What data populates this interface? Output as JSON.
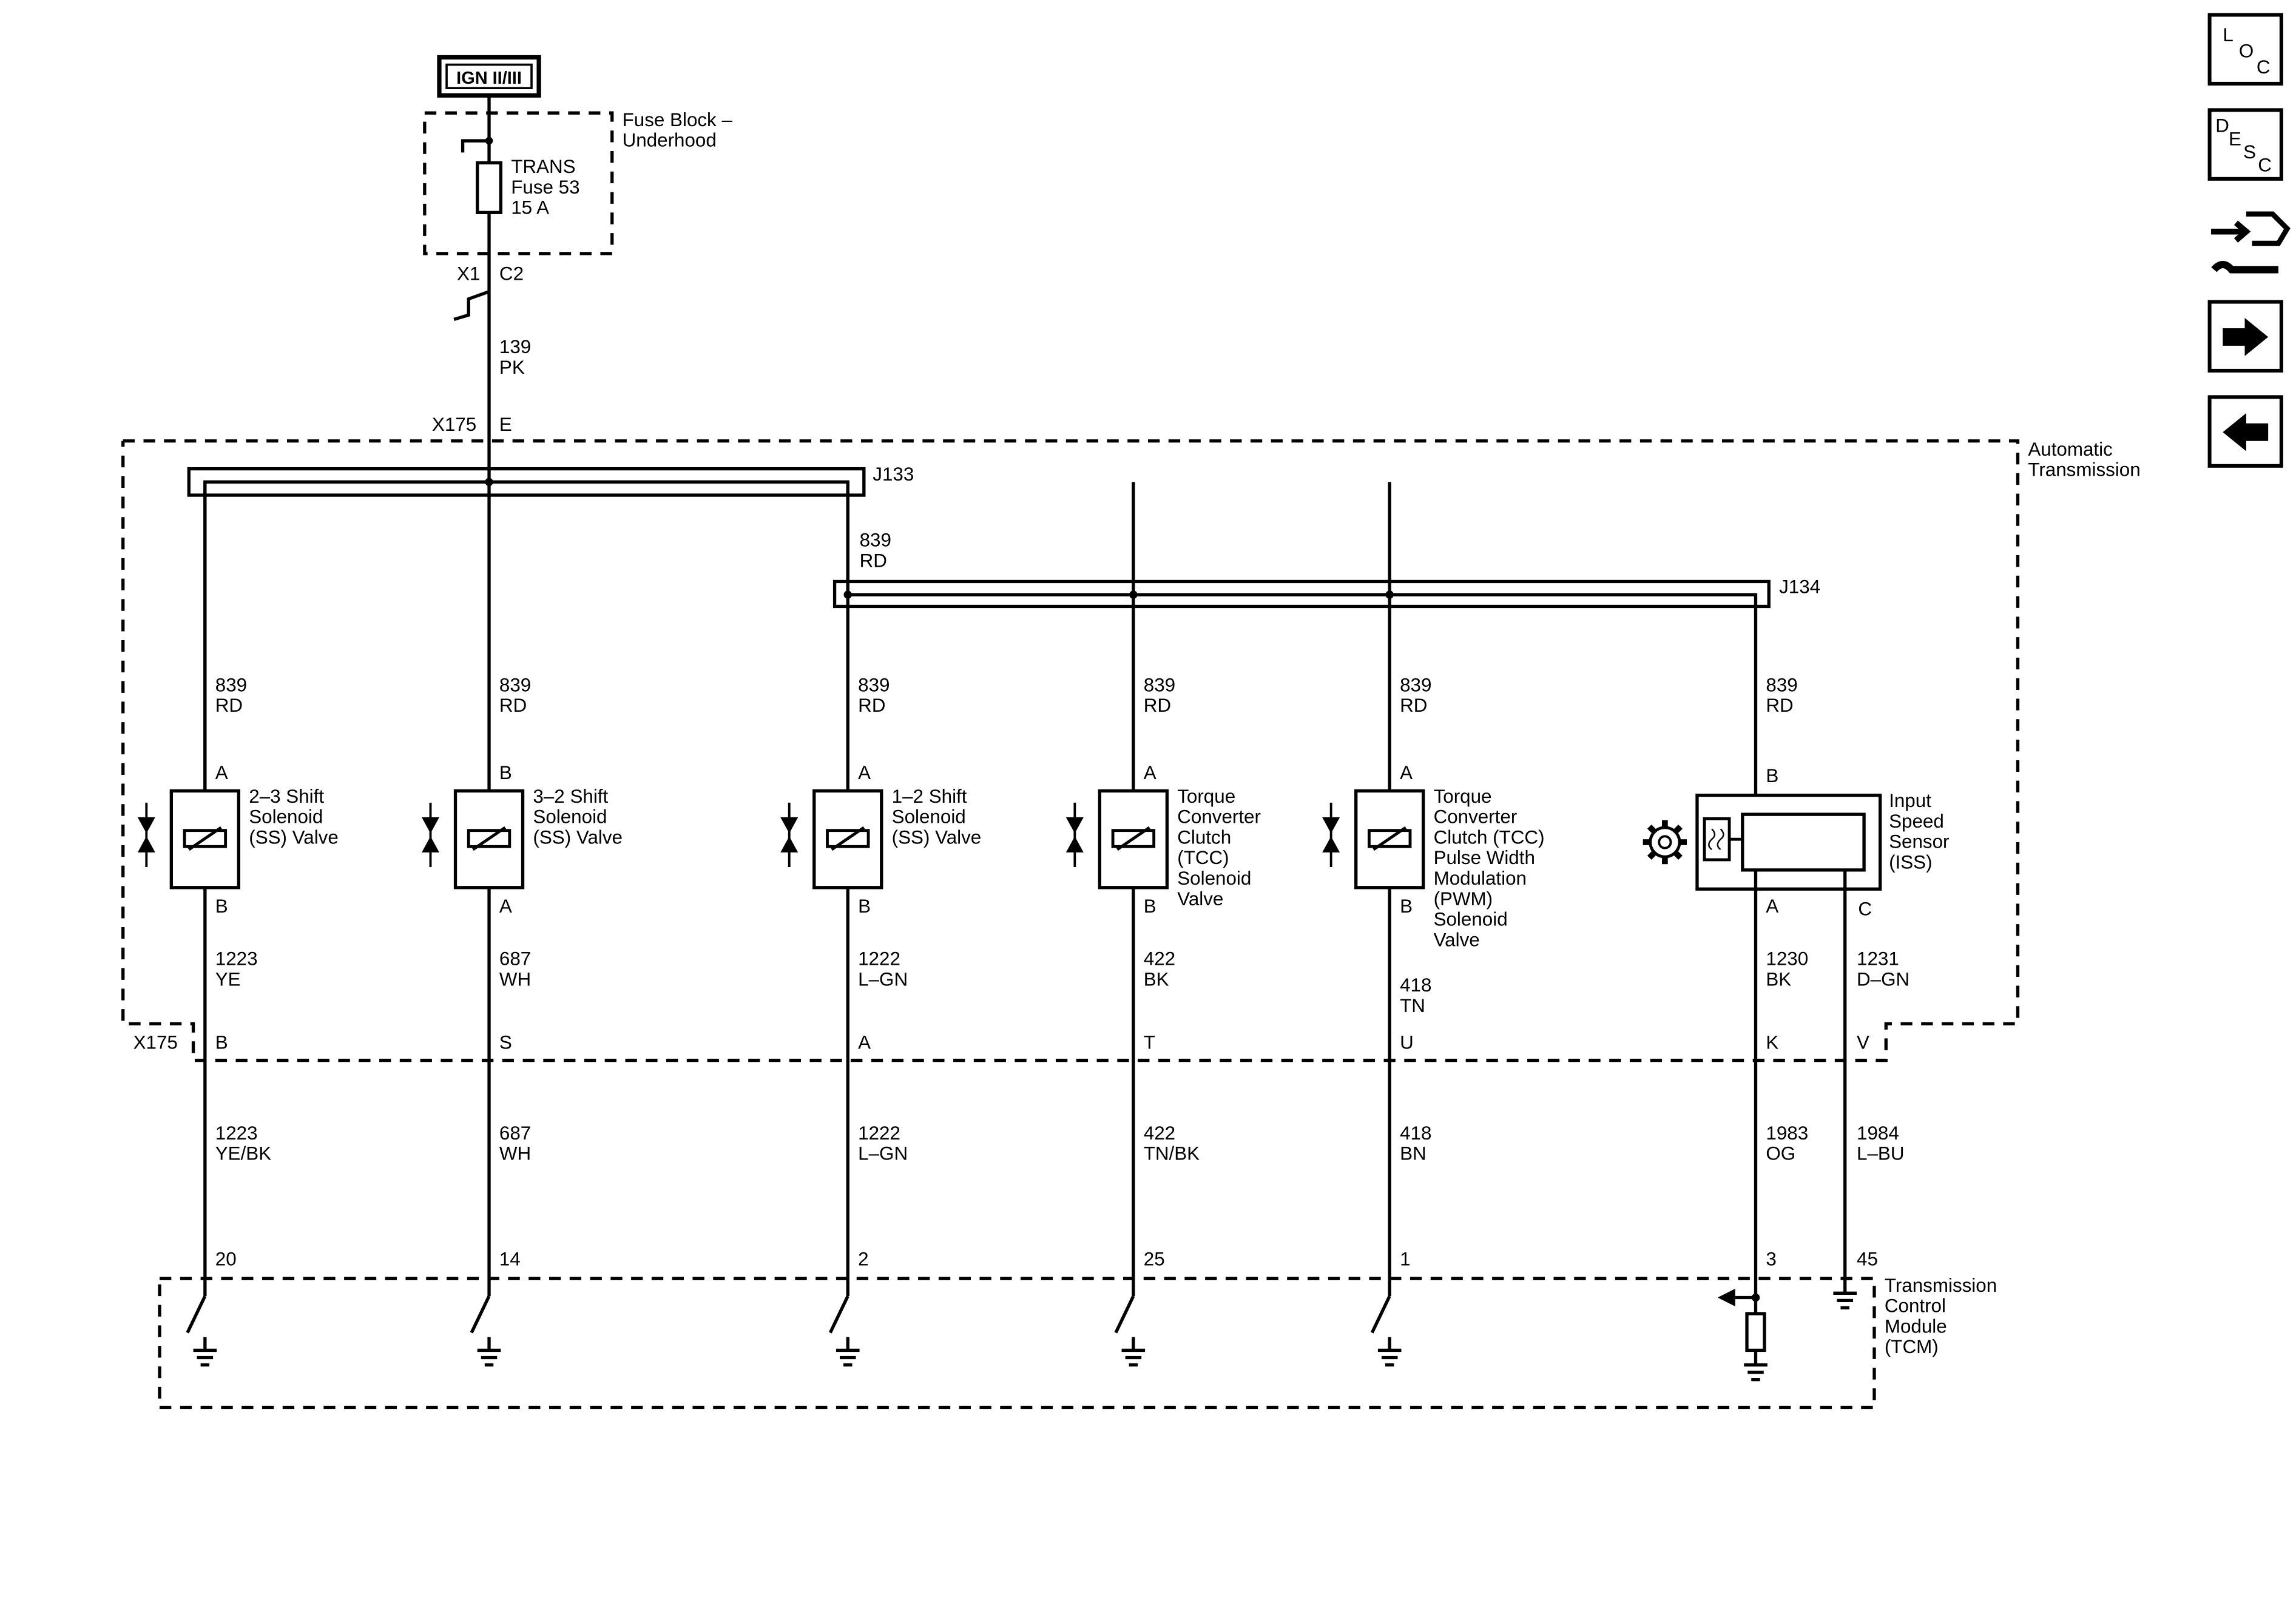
{
  "power": {
    "ign_label": "IGN II/III"
  },
  "fuse_block": {
    "title_line1": "Fuse Block –",
    "title_line2": "Underhood",
    "fuse_line1": "TRANS",
    "fuse_line2": "Fuse 53",
    "fuse_line3": "15 A",
    "x1_label": "X1",
    "c2_label": "C2"
  },
  "feed_wire": {
    "circuit": "139",
    "color": "PK"
  },
  "connector_top": {
    "name": "X175",
    "pin": "E"
  },
  "automatic_transmission": {
    "title_line1": "Automatic",
    "title_line2": "Transmission",
    "splice_j133": "J133",
    "splice_j134": "J134",
    "j134_feed_circuit": "839",
    "j134_feed_color": "RD"
  },
  "connector_bottom": {
    "name": "X175"
  },
  "tcm": {
    "line1": "Transmission",
    "line2": "Control",
    "line3": "Module",
    "line4": "(TCM)"
  },
  "branches": [
    {
      "upper_circuit": "839",
      "upper_color": "RD",
      "pin_top": "A",
      "pin_bottom": "B",
      "name_lines": [
        "2–3 Shift",
        "Solenoid",
        "(SS) Valve"
      ],
      "mid_circuit": "1223",
      "mid_color": "YE",
      "x175_pin": "B",
      "lower_circuit": "1223",
      "lower_color": "YE/BK",
      "tcm_pin": "20"
    },
    {
      "upper_circuit": "839",
      "upper_color": "RD",
      "pin_top": "B",
      "pin_bottom": "A",
      "name_lines": [
        "3–2 Shift",
        "Solenoid",
        "(SS) Valve"
      ],
      "mid_circuit": "687",
      "mid_color": "WH",
      "x175_pin": "S",
      "lower_circuit": "687",
      "lower_color": "WH",
      "tcm_pin": "14"
    },
    {
      "upper_circuit": "839",
      "upper_color": "RD",
      "pin_top": "A",
      "pin_bottom": "B",
      "name_lines": [
        "1–2 Shift",
        "Solenoid",
        "(SS) Valve"
      ],
      "mid_circuit": "1222",
      "mid_color": "L–GN",
      "x175_pin": "A",
      "lower_circuit": "1222",
      "lower_color": "L–GN",
      "tcm_pin": "2"
    },
    {
      "upper_circuit": "839",
      "upper_color": "RD",
      "pin_top": "A",
      "pin_bottom": "B",
      "name_lines": [
        "Torque",
        "Converter",
        "Clutch",
        "(TCC)",
        "Solenoid",
        "Valve"
      ],
      "mid_circuit": "422",
      "mid_color": "BK",
      "x175_pin": "T",
      "lower_circuit": "422",
      "lower_color": "TN/BK",
      "tcm_pin": "25"
    },
    {
      "upper_circuit": "839",
      "upper_color": "RD",
      "pin_top": "A",
      "pin_bottom": "B",
      "name_lines": [
        "Torque",
        "Converter",
        "Clutch (TCC)",
        "Pulse Width",
        "Modulation",
        "(PWM)",
        "Solenoid",
        "Valve"
      ],
      "mid_circuit": "418",
      "mid_color": "TN",
      "x175_pin": "U",
      "lower_circuit": "418",
      "lower_color": "BN",
      "tcm_pin": "1"
    }
  ],
  "iss": {
    "upper_circuit": "839",
    "upper_color": "RD",
    "pin_b": "B",
    "pin_a": "A",
    "pin_c": "C",
    "name_lines": [
      "Input",
      "Speed",
      "Sensor",
      "(ISS)"
    ],
    "a_circuit": "1230",
    "a_color": "BK",
    "c_circuit": "1231",
    "c_color": "D–GN",
    "a_x175_pin": "K",
    "c_x175_pin": "V",
    "a_lower_circuit": "1983",
    "a_lower_color": "OG",
    "c_lower_circuit": "1984",
    "c_lower_color": "L–BU",
    "a_tcm_pin": "3",
    "c_tcm_pin": "45"
  },
  "nav": {
    "loc": [
      "L",
      "O",
      "C"
    ],
    "desc": [
      "D",
      "E",
      "S",
      "C"
    ]
  }
}
